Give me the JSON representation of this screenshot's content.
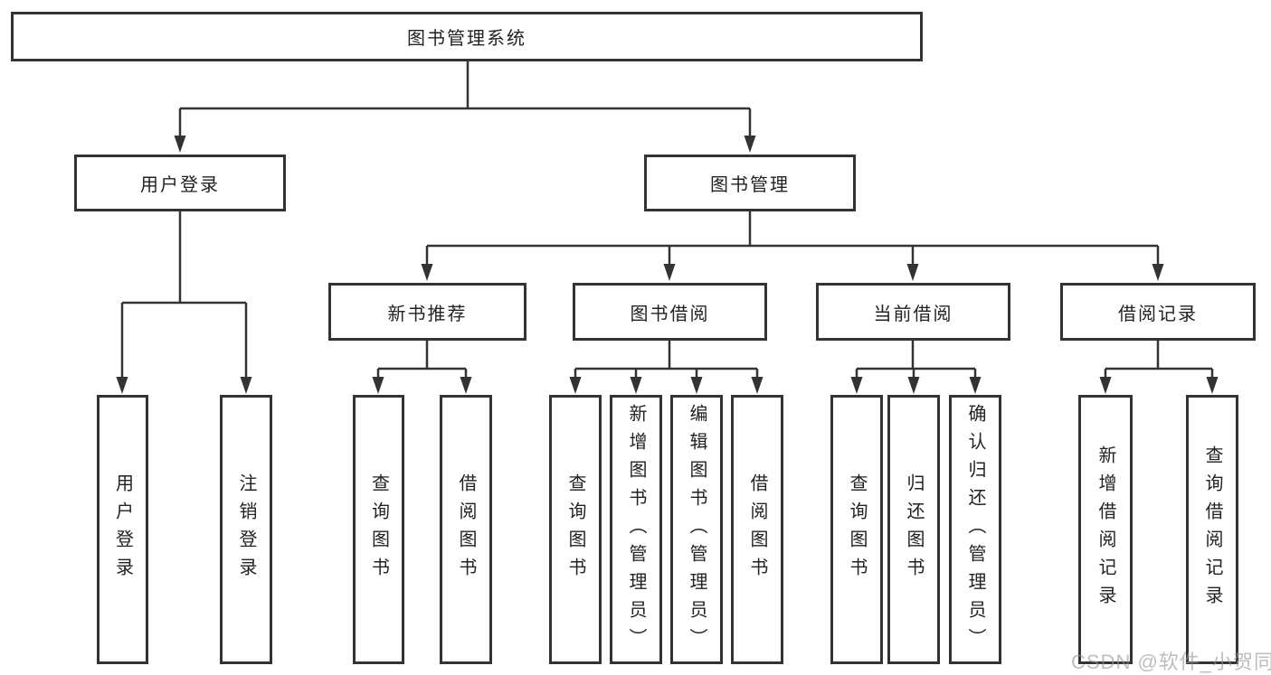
{
  "diagram": {
    "root": {
      "label": "图书管理系统"
    },
    "user_login": {
      "label": "用户登录",
      "children": [
        {
          "label": "用户登录"
        },
        {
          "label": "注销登录"
        }
      ]
    },
    "book_management": {
      "label": "图书管理",
      "sections": [
        {
          "label": "新书推荐",
          "children": [
            {
              "label": "查询图书"
            },
            {
              "label": "借阅图书"
            }
          ]
        },
        {
          "label": "图书借阅",
          "children": [
            {
              "label": "查询图书"
            },
            {
              "label": "新增图书（管理员）"
            },
            {
              "label": "编辑图书（管理员）"
            },
            {
              "label": "借阅图书"
            }
          ]
        },
        {
          "label": "当前借阅",
          "children": [
            {
              "label": "查询图书"
            },
            {
              "label": "归还图书"
            },
            {
              "label": "确认归还（管理员）"
            }
          ]
        },
        {
          "label": "借阅记录",
          "children": [
            {
              "label": "新增借阅记录"
            },
            {
              "label": "查询借阅记录"
            }
          ]
        }
      ]
    },
    "watermark": "CSDN @软件_小贺同学",
    "colors": {
      "line": "#333333",
      "border": "#333333",
      "text": "#222222",
      "background": "#ffffff",
      "watermark": "#949494"
    }
  }
}
